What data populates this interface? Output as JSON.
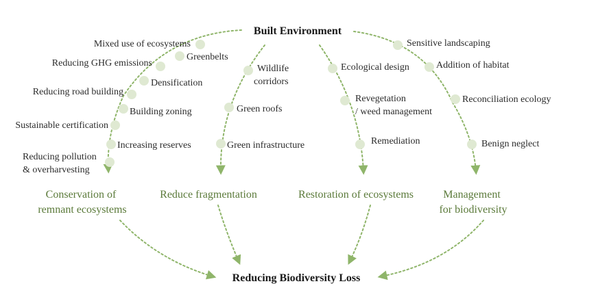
{
  "top_title": "Built Environment",
  "bottom_title": "Reducing Biodiversity Loss",
  "categories": {
    "conservation": [
      "Conservation of",
      "remnant ecosystems"
    ],
    "fragmentation": "Reduce fragmentation",
    "restoration": "Restoration of ecosystems",
    "management": [
      "Management",
      "for biodiversity"
    ]
  },
  "conservation_items": [
    "Mixed use of ecosystems",
    "Greenbelts",
    "Reducing GHG emissions",
    "Densification",
    "Reducing road building",
    "Building zoning",
    "Sustainable certification",
    "Increasing reserves",
    [
      "Reducing pollution",
      "& overharvesting"
    ]
  ],
  "fragmentation_items": [
    [
      "Wildlife",
      "corridors"
    ],
    "Green roofs",
    "Green infrastructure"
  ],
  "restoration_items": [
    "Ecological design",
    [
      "Revegetation",
      "/ weed management"
    ],
    "Remediation"
  ],
  "management_items": [
    "Sensitive landscaping",
    "Addition of habitat",
    "Reconciliation ecology",
    "Benign neglect"
  ],
  "colors": {
    "accent": "#8fb56a",
    "category_text": "#5b7a3a",
    "node": "#dfe9d2"
  }
}
